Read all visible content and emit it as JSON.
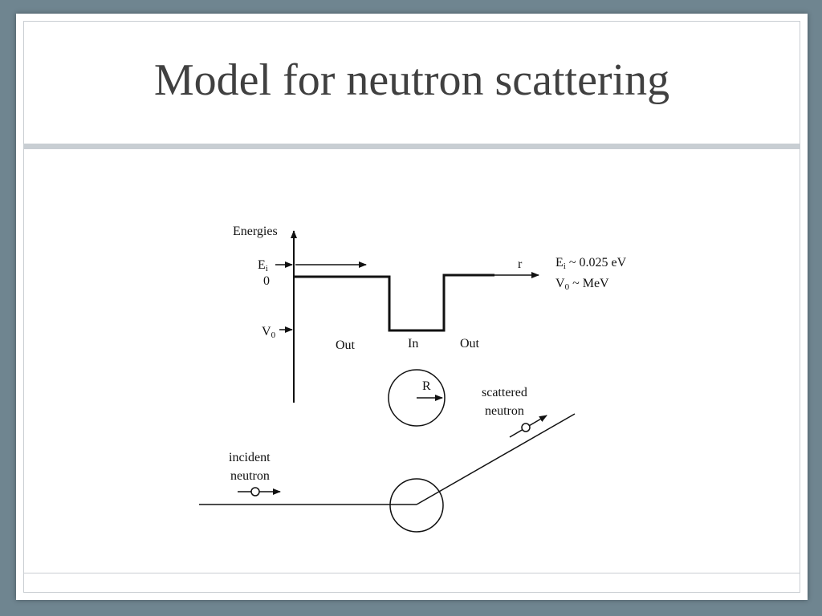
{
  "slide": {
    "title": "Model for neutron scattering"
  },
  "diagram": {
    "energy_axis_label": "Energies",
    "ei_label": "E",
    "ei_sub": "i",
    "zero_label": "0",
    "v0_label": "V",
    "v0_sub": "0",
    "r_label": "r",
    "region_out_left": "Out",
    "region_in": "In",
    "region_out_right": "Out",
    "note_ei_main": "E",
    "note_ei_sub": "i",
    "note_ei_value": " ~ 0.025 eV",
    "note_v0_main": "V",
    "note_v0_sub": "0",
    "note_v0_value": " ~ MeV",
    "radius_label": "R",
    "scattered_line1": "scattered",
    "scattered_line2": "neutron",
    "incident_line1": "incident",
    "incident_line2": "neutron"
  }
}
